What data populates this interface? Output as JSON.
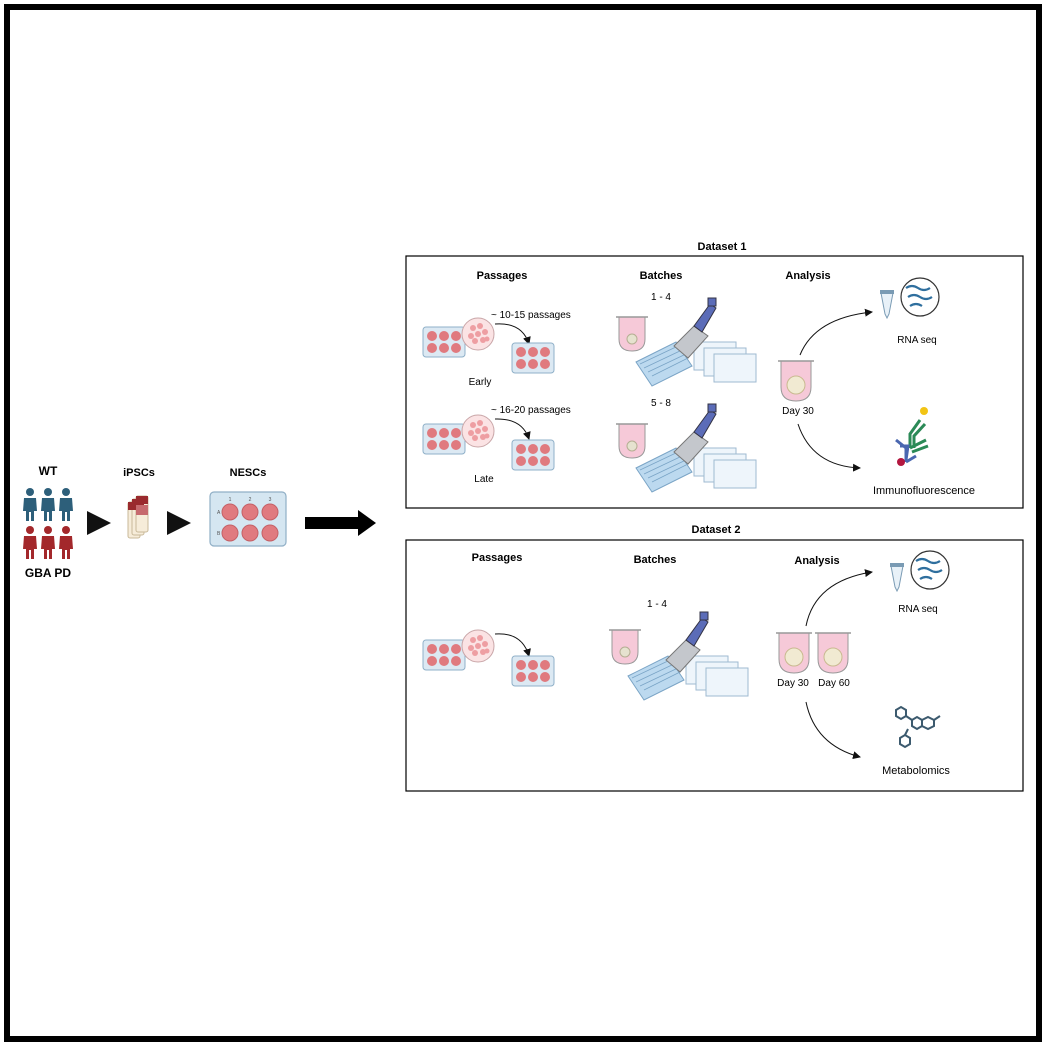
{
  "left": {
    "wt_label": "WT",
    "gba_label": "GBA PD",
    "ipsc_label": "iPSCs",
    "nesc_label": "NESCs",
    "plate_cols": [
      "1",
      "2",
      "3"
    ],
    "plate_rows": [
      "A",
      "B"
    ]
  },
  "dataset1": {
    "title": "Dataset 1",
    "passages_header": "Passages",
    "batches_header": "Batches",
    "analysis_header": "Analysis",
    "early_passages": "~ 10-15 passages",
    "early_label": "Early",
    "late_passages": "~ 16-20 passages",
    "late_label": "Late",
    "batch_early": "1 - 4",
    "batch_late": "5 - 8",
    "day_label": "Day 30",
    "rna_label": "RNA seq",
    "if_label": "Immunofluorescence"
  },
  "dataset2": {
    "title": "Dataset 2",
    "passages_header": "Passages",
    "batches_header": "Batches",
    "analysis_header": "Analysis",
    "batch_label": "1 - 4",
    "day30_label": "Day 30",
    "day60_label": "Day 60",
    "rna_label": "RNA seq",
    "metab_label": "Metabolomics"
  },
  "colors": {
    "wt_person": "#2d5f7a",
    "pd_person": "#a3282b",
    "well_pink": "#e07a7f",
    "plate_blue": "#d5e6f1",
    "tube_pink": "#f6c9d8",
    "pipette_blue": "#5b6cb8"
  }
}
